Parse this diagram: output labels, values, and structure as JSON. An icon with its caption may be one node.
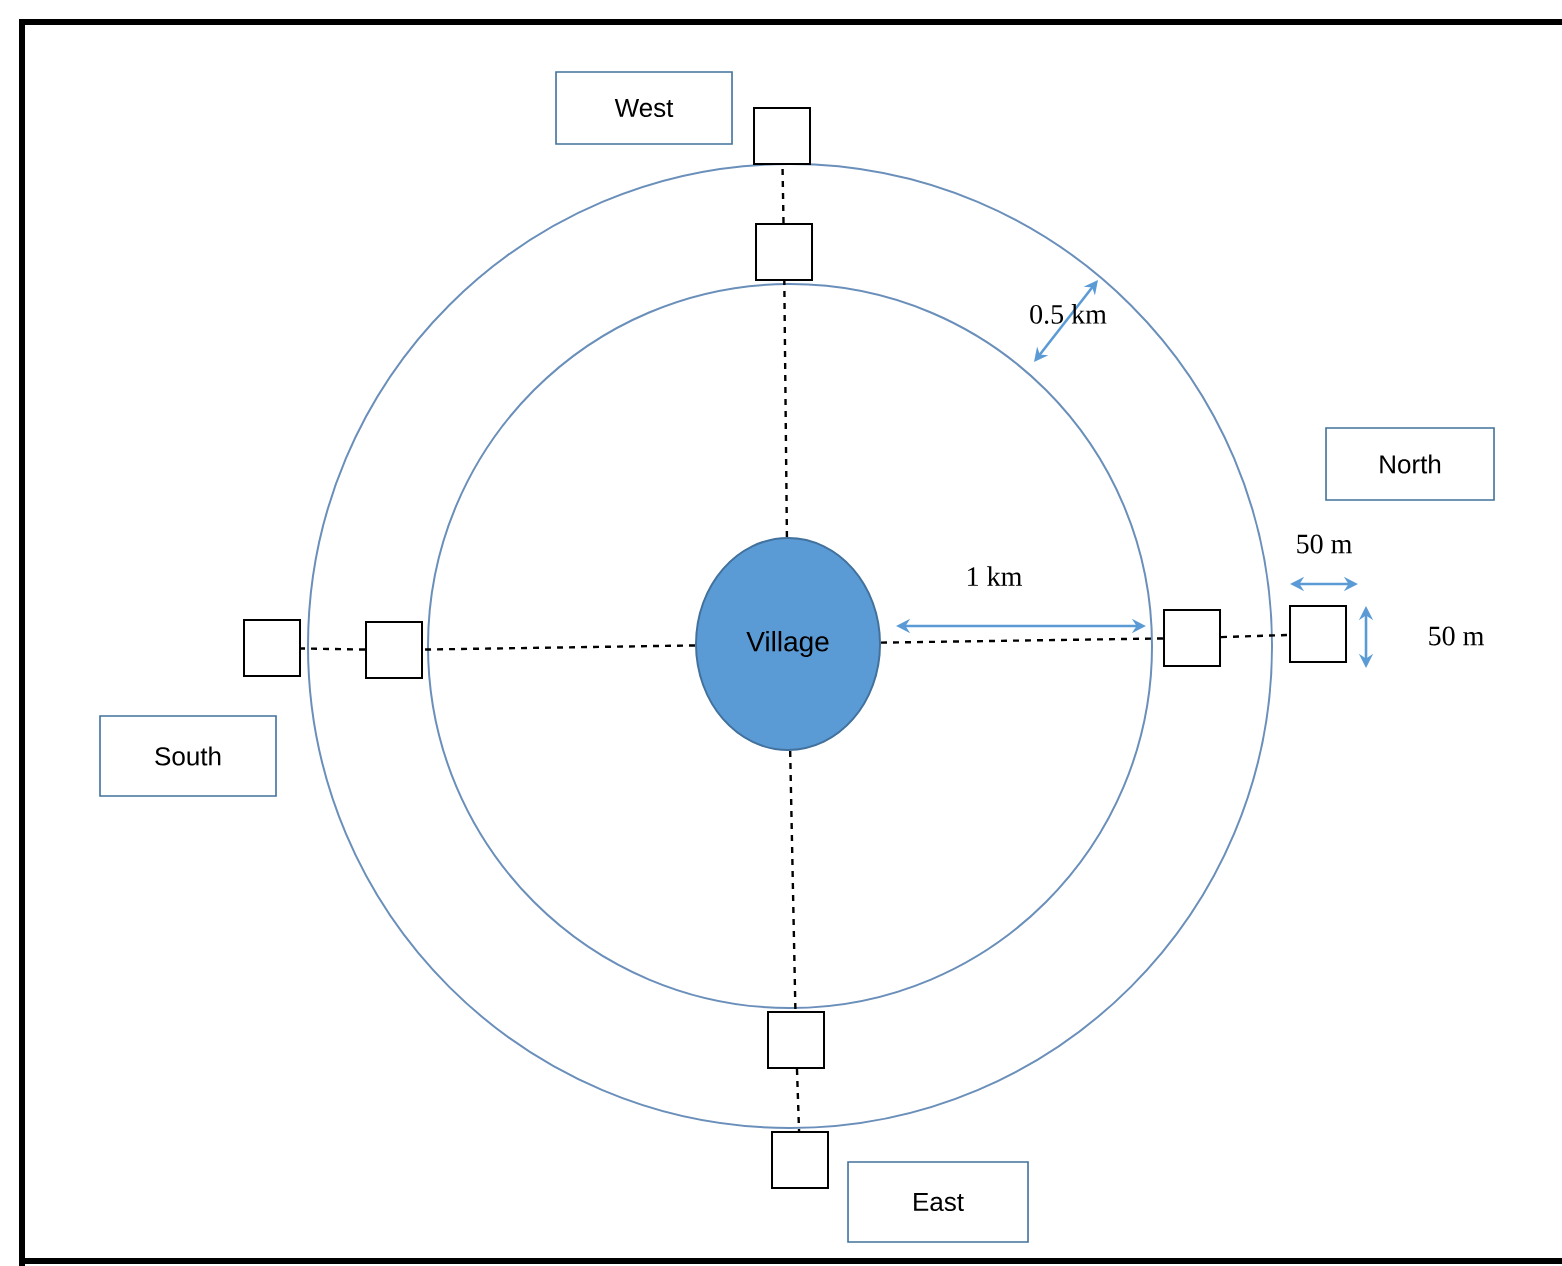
{
  "diagram": {
    "nodes": [
      {
        "text": [
          "Village"
        ]
      },
      {
        "text": [
          "West"
        ]
      },
      {
        "text": [
          "North"
        ]
      },
      {
        "text": [
          "South"
        ]
      },
      {
        "text": [
          "East"
        ]
      },
      {
        "text": [],
        "shape": "box"
      },
      {
        "text": [],
        "shape": "box"
      },
      {
        "text": [],
        "shape": "box"
      },
      {
        "text": [],
        "shape": "box"
      },
      {
        "text": [],
        "shape": "box"
      },
      {
        "text": [],
        "shape": "box"
      },
      {
        "text": [],
        "shape": "box"
      },
      {
        "text": [],
        "shape": "box"
      }
    ],
    "edges": [
      {
        "from": 0,
        "to": 6,
        "arrow": "none",
        "style": "dashed"
      },
      {
        "from": 6,
        "to": 5,
        "arrow": "none",
        "style": "dashed"
      },
      {
        "from": 0,
        "to": 8,
        "arrow": "none",
        "style": "dashed"
      },
      {
        "from": 8,
        "to": 7,
        "arrow": "none",
        "style": "dashed"
      },
      {
        "from": 0,
        "to": 9,
        "arrow": "none",
        "style": "dashed"
      },
      {
        "from": 9,
        "to": 10,
        "arrow": "none",
        "style": "dashed"
      },
      {
        "from": 0,
        "to": 11,
        "arrow": "none",
        "style": "dashed"
      },
      {
        "from": 11,
        "to": 12,
        "arrow": "none",
        "style": "dashed"
      }
    ],
    "labels": [
      "0.5 km",
      "1 km",
      "50 m",
      "50 m"
    ]
  }
}
